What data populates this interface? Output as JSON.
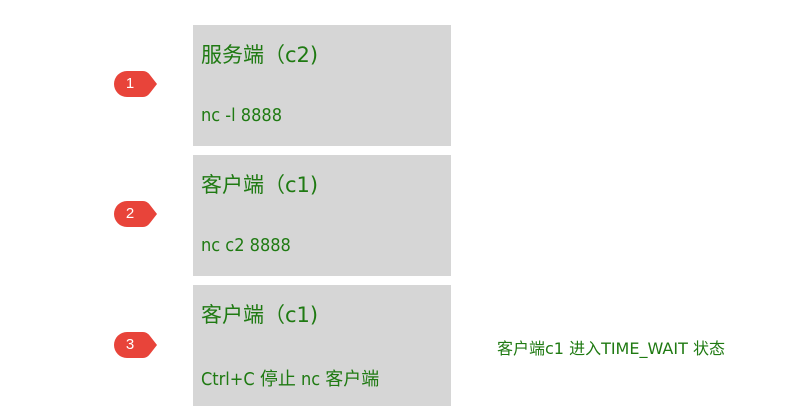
{
  "steps": [
    {
      "number": "1",
      "title": "服务端（c2)",
      "command": "nc -l 8888"
    },
    {
      "number": "2",
      "title": "客户端（c1)",
      "command": "nc c2 8888"
    },
    {
      "number": "3",
      "title": "客户端（c1)",
      "command": "Ctrl+C 停止 nc 客户端"
    }
  ],
  "note": "客户端c1 进入TIME_WAIT 状态",
  "colors": {
    "badge": "#e8443a",
    "box": "#d6d6d6",
    "text": "#1f7a12"
  }
}
